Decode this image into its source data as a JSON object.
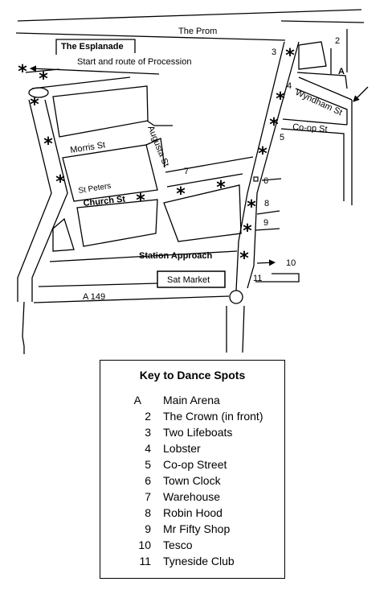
{
  "streets": {
    "prom": "The Prom",
    "esplanade": "The Esplanade",
    "procession": "Start and route of  Procession",
    "morris": "Morris St",
    "augusta": "Augusta St",
    "st_peters": "St Peters",
    "church": "Church St",
    "station": "Station Approach",
    "sat_market": "Sat Market",
    "a149": "A 149",
    "wyndham": "Wyndham St",
    "coop": "Co-op St"
  },
  "map_numbers": {
    "n2": "2",
    "n3": "3",
    "nA": "A",
    "n4": "4",
    "n5": "5",
    "n6": "6",
    "n7": "7",
    "n8": "8",
    "n9": "9",
    "n10": "10",
    "n11": "11"
  },
  "star_symbol": "*",
  "key": {
    "title": "Key to Dance Spots",
    "items": [
      {
        "code": "A",
        "label": "Main Arena"
      },
      {
        "code": "2",
        "label": "The Crown  (in front)"
      },
      {
        "code": "3",
        "label": "Two Lifeboats"
      },
      {
        "code": "4",
        "label": "Lobster"
      },
      {
        "code": "5",
        "label": "Co-op Street"
      },
      {
        "code": "6",
        "label": "Town Clock"
      },
      {
        "code": "7",
        "label": "Warehouse"
      },
      {
        "code": "8",
        "label": "Robin Hood"
      },
      {
        "code": "9",
        "label": "Mr Fifty Shop"
      },
      {
        "code": "10",
        "label": "Tesco"
      },
      {
        "code": "11",
        "label": "Tyneside Club"
      }
    ]
  }
}
